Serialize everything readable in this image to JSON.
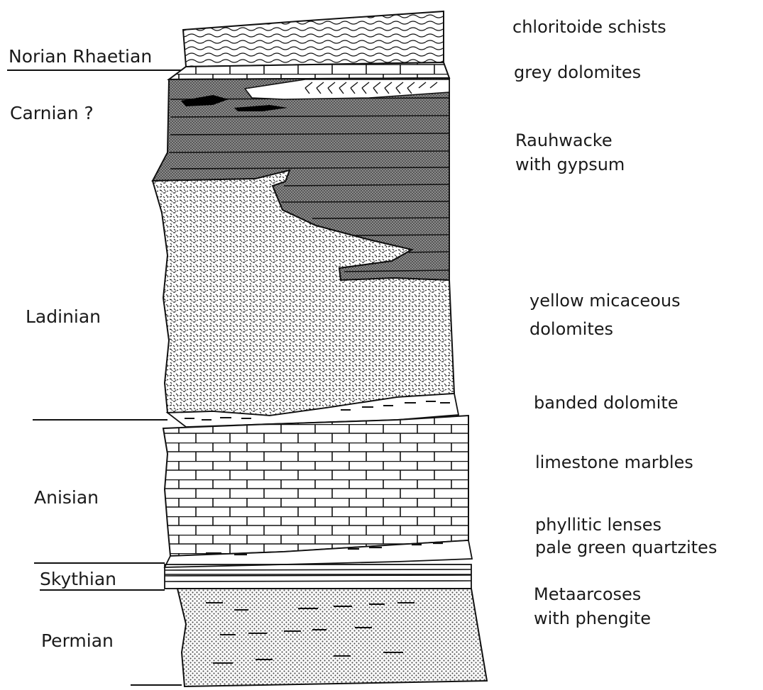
{
  "diagram": {
    "stages": [
      {
        "id": "norian-rhaetian",
        "label": "Norian Rhaetian"
      },
      {
        "id": "carnian",
        "label": "Carnian ?"
      },
      {
        "id": "ladinian",
        "label": "Ladinian"
      },
      {
        "id": "anisian",
        "label": "Anisian"
      },
      {
        "id": "skythian",
        "label": "Skythian"
      },
      {
        "id": "permian",
        "label": "Permian"
      }
    ],
    "lithologies": [
      {
        "id": "chloritoide-schists",
        "lines": [
          "chloritoide schists"
        ]
      },
      {
        "id": "grey-dolomites",
        "lines": [
          "grey dolomites"
        ]
      },
      {
        "id": "rauhwacke",
        "lines": [
          "Rauhwacke",
          "with gypsum"
        ]
      },
      {
        "id": "yellow-micaceous-dolomites",
        "lines": [
          "yellow micaceous",
          "dolomites"
        ]
      },
      {
        "id": "banded-dolomite",
        "lines": [
          "banded dolomite"
        ]
      },
      {
        "id": "limestone-marbles",
        "lines": [
          "limestone marbles"
        ]
      },
      {
        "id": "phyllitic-quartzites",
        "lines": [
          "phyllitic lenses",
          "pale green quartzites"
        ]
      },
      {
        "id": "metaarcoses",
        "lines": [
          "Metaarcoses",
          "with phengite"
        ]
      }
    ]
  }
}
